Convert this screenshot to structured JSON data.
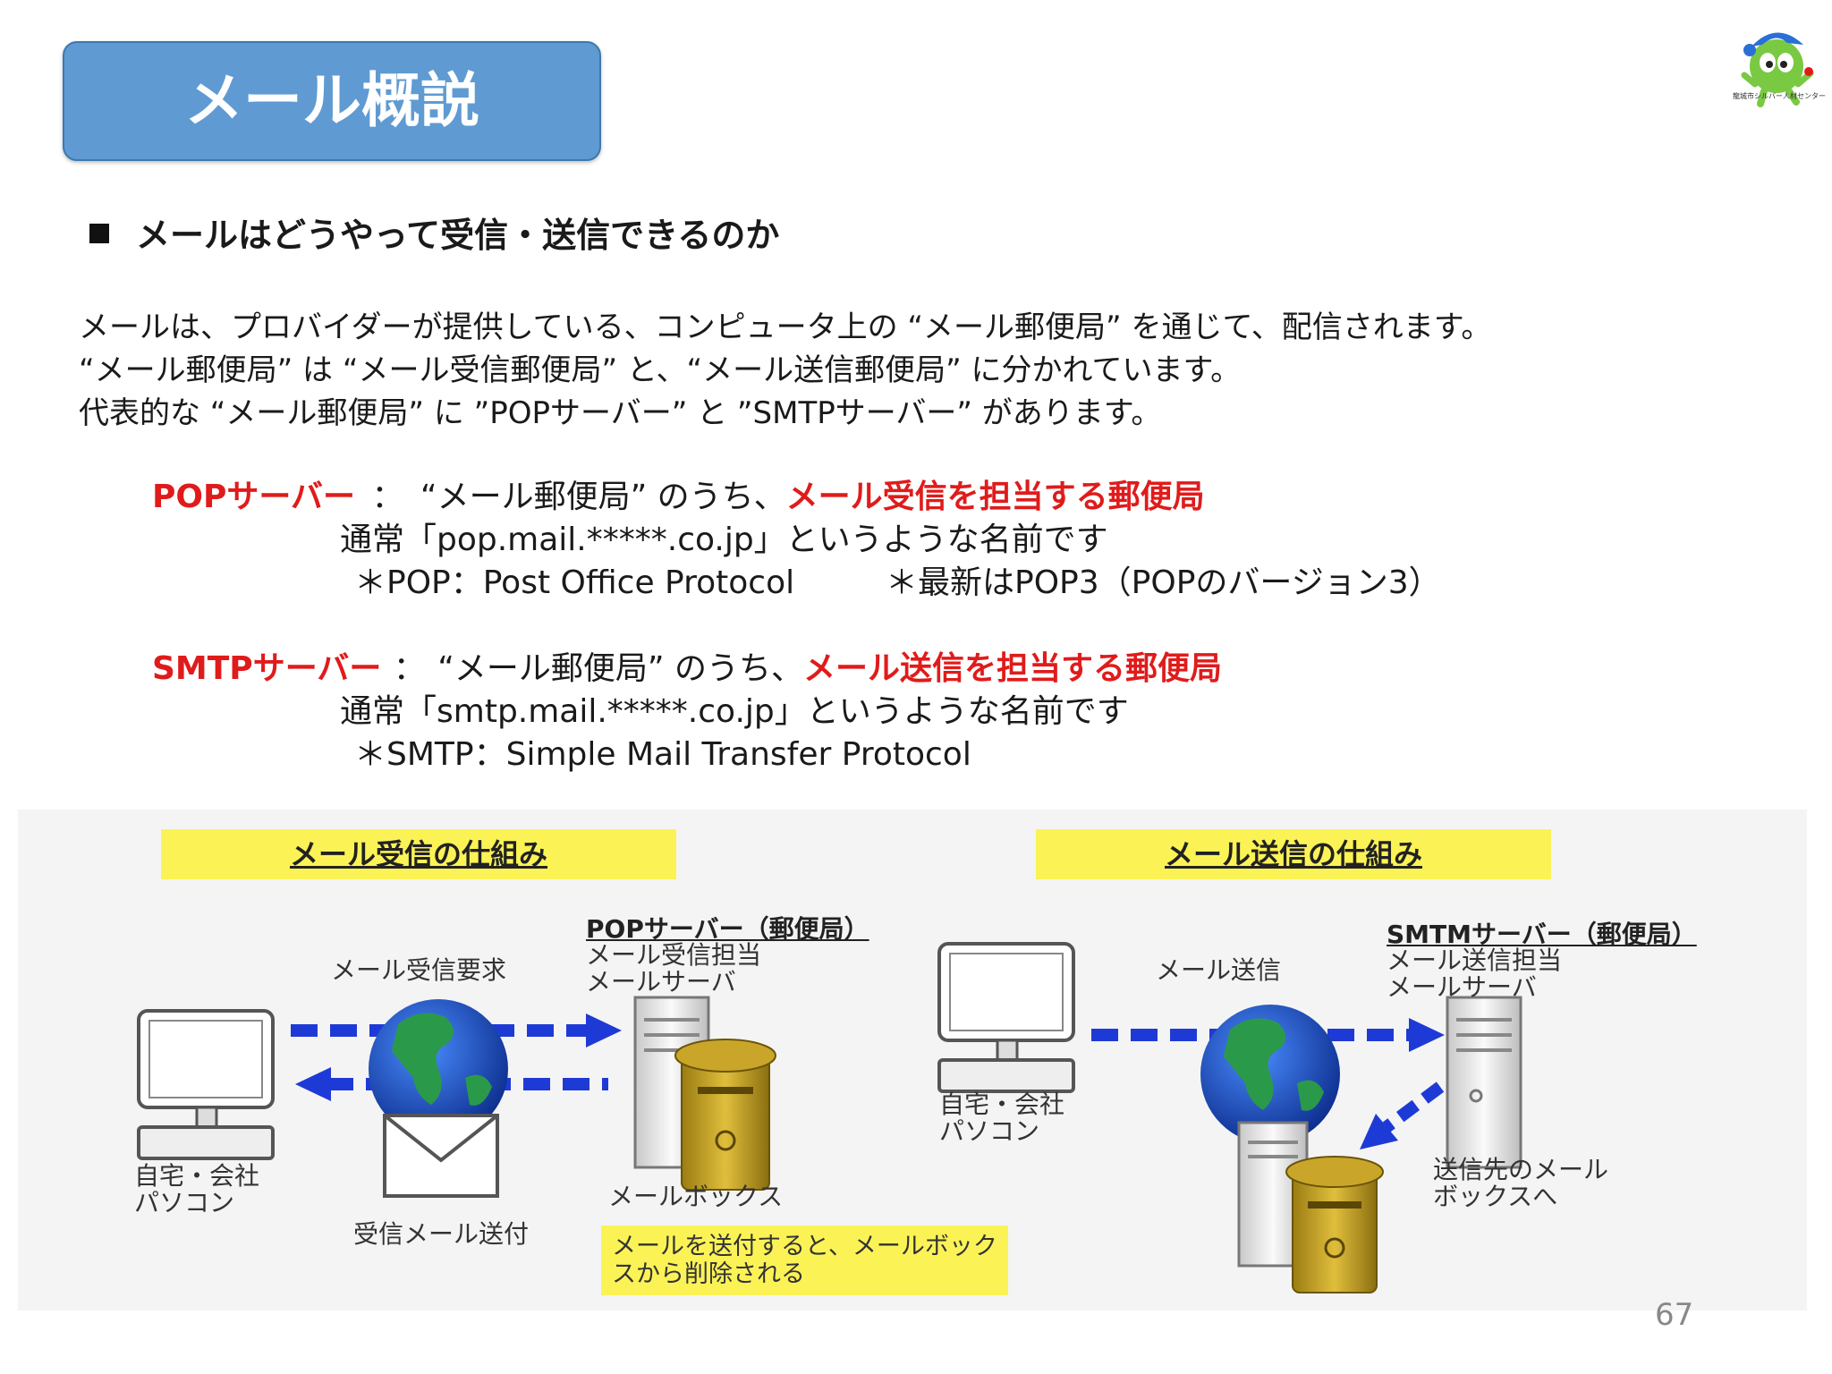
{
  "title": "メール概説",
  "logo": {
    "caption": "龍城市シルバー人材センター"
  },
  "heading": "メールはどうやって受信・送信できるのか",
  "intro": [
    "メールは、プロバイダーが提供している、コンピュータ上の “メール郵便局” を通じて、配信されます。",
    "“メール郵便局” は “メール受信郵便局” と、“メール送信郵便局” に分かれています。",
    "代表的な “メール郵便局” に ”POPサーバー” と ”SMTPサーバー” があります。"
  ],
  "pop": {
    "name": "POPサーバー",
    "sep": "：",
    "desc": "“メール郵便局” のうち、",
    "role": "メール受信を担当する郵便局",
    "example": "通常「pop.mail.*****.co.jp」というような名前です",
    "note": "＊POP：Post Office Protocol",
    "note2": "＊最新はPOP3（POPのバージョン3）"
  },
  "smtp": {
    "name": "SMTPサーバー",
    "sep": "：",
    "desc": "“メール郵便局” のうち、",
    "role": "メール送信を担当する郵便局",
    "example": "通常「smtp.mail.*****.co.jp」というような名前です",
    "note": "＊SMTP：Simple Mail Transfer Protocol"
  },
  "diagram": {
    "receive": {
      "title": "メール受信の仕組み",
      "request": "メール受信要求",
      "server_title": "POPサーバー（郵便局）",
      "server_desc": [
        "メール受信担当",
        "メールサーバ"
      ],
      "pc": [
        "自宅・会社",
        "パソコン"
      ],
      "delivery": "受信メール送付",
      "mailbox": "メールボックス",
      "note": [
        "メールを送付すると、メールボック",
        "スから削除される"
      ]
    },
    "send": {
      "title": "メール送信の仕組み",
      "action": "メール送信",
      "server_title": "SMTMサーバー（郵便局）",
      "server_desc": [
        "メール送信担当",
        "メールサーバ"
      ],
      "pc": [
        "自宅・会社",
        "パソコン"
      ],
      "dest": [
        "送信先のメール",
        "ボックスへ"
      ]
    }
  },
  "page_number": "67",
  "colors": {
    "title_bg": "#5f9bd2",
    "accent_red": "#e01b1b",
    "highlight": "#fbf356",
    "arrow_blue": "#1e3ad6"
  }
}
